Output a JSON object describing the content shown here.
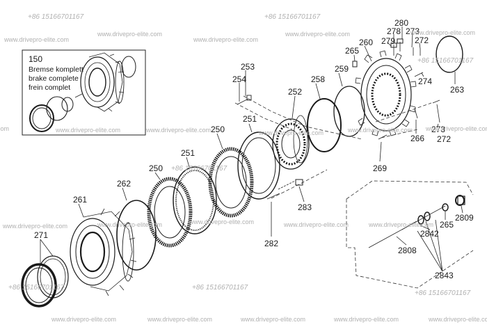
{
  "inset": {
    "number": "150",
    "lines": [
      "Bremse komplett",
      "brake complete",
      "frein complet"
    ]
  },
  "part_labels": [
    {
      "id": "280",
      "text": "280"
    },
    {
      "id": "278",
      "text": "278"
    },
    {
      "id": "273a",
      "text": "273"
    },
    {
      "id": "279",
      "text": "279"
    },
    {
      "id": "272a",
      "text": "272"
    },
    {
      "id": "260",
      "text": "260"
    },
    {
      "id": "265a",
      "text": "265"
    },
    {
      "id": "253",
      "text": "253"
    },
    {
      "id": "254",
      "text": "254"
    },
    {
      "id": "259",
      "text": "259"
    },
    {
      "id": "258",
      "text": "258"
    },
    {
      "id": "252",
      "text": "252"
    },
    {
      "id": "274",
      "text": "274"
    },
    {
      "id": "263",
      "text": "263"
    },
    {
      "id": "251a",
      "text": "251"
    },
    {
      "id": "250a",
      "text": "250"
    },
    {
      "id": "251b",
      "text": "251"
    },
    {
      "id": "250b",
      "text": "250"
    },
    {
      "id": "262",
      "text": "262"
    },
    {
      "id": "261",
      "text": "261"
    },
    {
      "id": "271",
      "text": "271"
    },
    {
      "id": "269",
      "text": "269"
    },
    {
      "id": "266",
      "text": "266"
    },
    {
      "id": "273b",
      "text": "273"
    },
    {
      "id": "272b",
      "text": "272"
    },
    {
      "id": "283",
      "text": "283"
    },
    {
      "id": "282",
      "text": "282"
    },
    {
      "id": "2809",
      "text": "2809"
    },
    {
      "id": "265b",
      "text": "265"
    },
    {
      "id": "2842",
      "text": "2842"
    },
    {
      "id": "2808",
      "text": "2808"
    },
    {
      "id": "2843",
      "text": "2843"
    }
  ],
  "watermarks": {
    "url": "www.drivepro-elite.com",
    "phone": "+86 15166701167"
  }
}
